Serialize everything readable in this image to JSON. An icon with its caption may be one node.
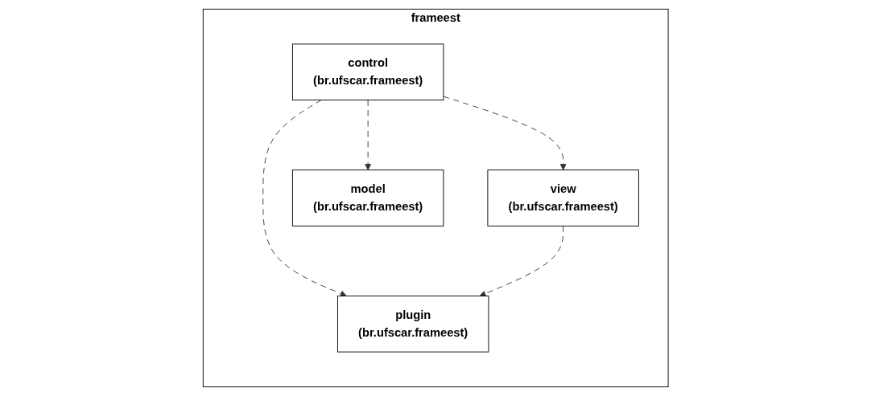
{
  "diagram": {
    "nodes": [
      {
        "text": [
          "frameest"
        ]
      },
      {
        "text": [
          "control",
          "(br.ufscar.frameest)"
        ],
        "in": 0
      },
      {
        "text": [
          "view",
          "(br.ufscar.frameest)"
        ],
        "in": 0
      },
      {
        "text": [
          "plugin",
          "(br.ufscar.frameest)"
        ],
        "in": 0
      },
      {
        "text": [
          "model",
          "(br.ufscar.frameest)"
        ],
        "in": 0
      }
    ],
    "edges": [
      {
        "from": 1,
        "to": 2,
        "arrow": "to",
        "style": "dashed"
      },
      {
        "from": 1,
        "to": 3,
        "arrow": "to",
        "style": "dashed"
      },
      {
        "from": 1,
        "to": 4,
        "arrow": "to",
        "style": "dashed"
      },
      {
        "from": 2,
        "to": 3,
        "arrow": "to",
        "style": "dashed"
      }
    ]
  }
}
